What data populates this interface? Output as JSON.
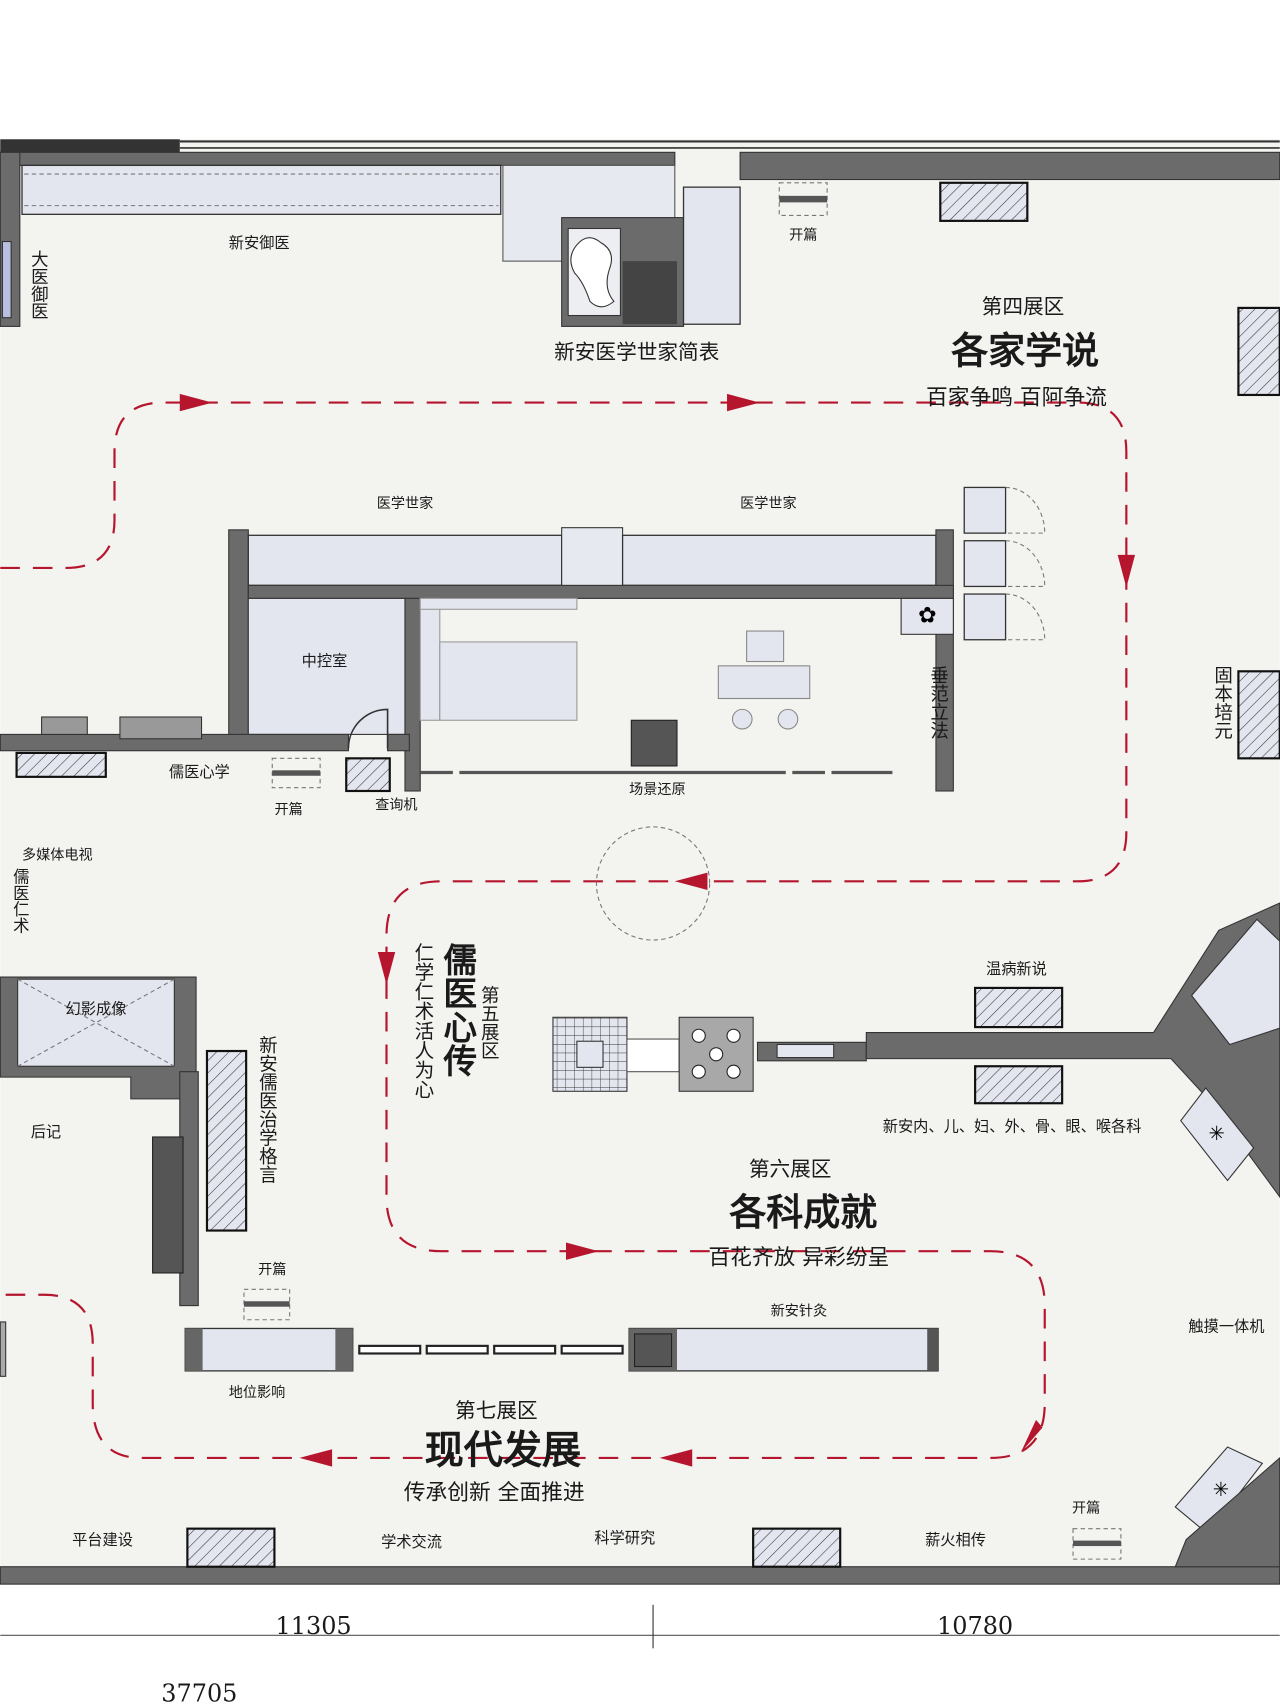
{
  "colors": {
    "floor": "#f3f3f0",
    "wall": "#6b6b6b",
    "showcase": "#e3e6ee",
    "route": "#b5162e"
  },
  "labels": {
    "xinan_yuyi": "新安御医",
    "dayi_yuyi": "大医御医",
    "jianbiao": "新安医学世家简表",
    "kaipian_top": "开篇",
    "zone4_no": "第四展区",
    "zone4_title": "各家学说",
    "zone4_sub": "百家争鸣 百阿争流",
    "yixue_shijia_1": "医学世家",
    "yixue_shijia_2": "医学世家",
    "zhongkong": "中控室",
    "chuifan": "垂范立法",
    "guben": "固本培元",
    "ruyi_xinxue": "儒医心学",
    "kaipian_mid": "开篇",
    "chaxunji": "查询机",
    "changjing": "场景还原",
    "duomeiti": "多媒体电视",
    "ruyi_renshu": "儒医仁术",
    "zone5_no": "第五展区",
    "zone5_title": "儒医心传",
    "zone5_sub": "仁学仁术活人为心",
    "huanying": "幻影成像",
    "houji": "后记",
    "geyan": "新安儒医治学格言",
    "wenbing": "温病新说",
    "geke": "新安内、儿、妇、外、骨、眼、喉各科",
    "zone6_no": "第六展区",
    "zone6_title": "各科成就",
    "zone6_sub": "百花齐放 异彩纷呈",
    "kaipian_low": "开篇",
    "zhenjiu": "新安针灸",
    "chumo": "触摸一体机",
    "diwei": "地位影响",
    "zone7_no": "第七展区",
    "zone7_title": "现代发展",
    "zone7_sub": "传承创新 全面推进",
    "pingtai": "平台建设",
    "xueshu": "学术交流",
    "kexue": "科学研究",
    "xinhuo": "薪火相传",
    "kaipian_bottom": "开篇"
  },
  "dimensions": {
    "left": "11305",
    "right": "10780",
    "total": "37705"
  }
}
